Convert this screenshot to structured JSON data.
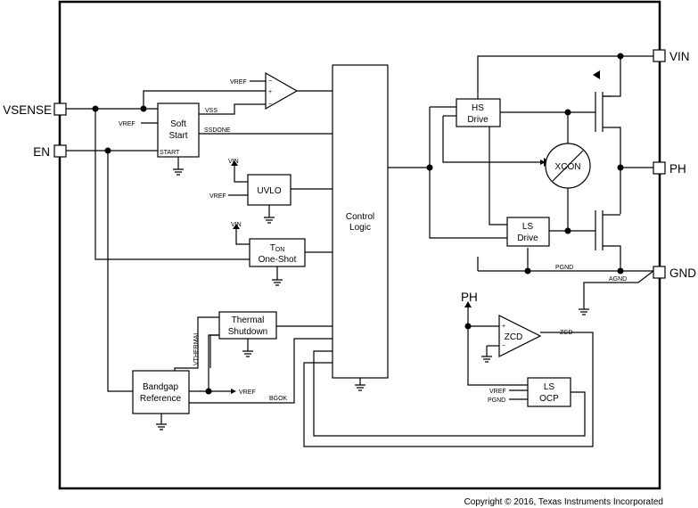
{
  "pins": {
    "vsense": "VSENSE",
    "en": "EN",
    "vin": "VIN",
    "ph": "PH",
    "gnd": "GND"
  },
  "blocks": {
    "soft_start": [
      "Soft",
      "Start"
    ],
    "uvlo": "UVLO",
    "ton_oneshot": {
      "t": "T",
      "sub": "ON",
      "line2": "One-Shot"
    },
    "control_logic": [
      "Control",
      "Logic"
    ],
    "thermal_shutdown": [
      "Thermal",
      "Shutdown"
    ],
    "bandgap_reference": [
      "Bandgap",
      "Reference"
    ],
    "hs_drive": [
      "HS",
      "Drive"
    ],
    "ls_drive": [
      "LS",
      "Drive"
    ],
    "xcon": "XCON",
    "zcd": "ZCD",
    "ls_ocp": [
      "LS",
      "OCP"
    ]
  },
  "signals": {
    "vref": "VREF",
    "vss": "VSS",
    "ssdone": "SSDONE",
    "start": "START",
    "vin": "VIN",
    "vthermal": "VTHERMAL",
    "bgok": "BGOK",
    "pgnd": "PGND",
    "agnd": "AGND",
    "zcd": "ZCD",
    "ph": "PH",
    "plus": "+",
    "minus": "−"
  },
  "copyright": "Copyright © 2016, Texas Instruments Incorporated"
}
